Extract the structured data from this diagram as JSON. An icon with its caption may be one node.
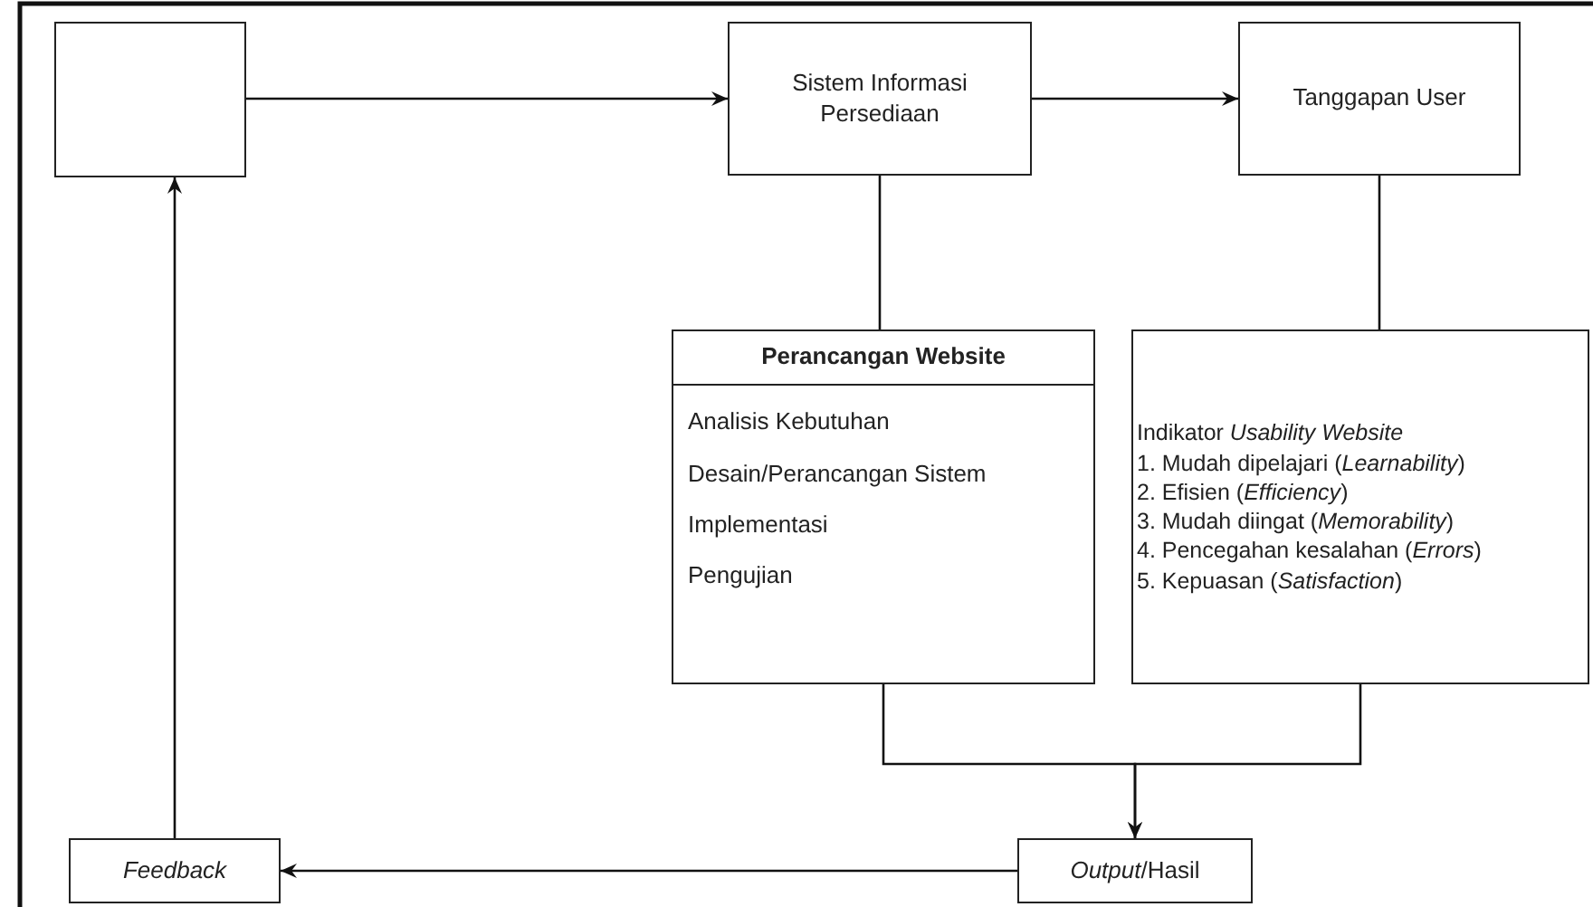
{
  "diagram": {
    "nodes": [
      {
        "text": [],
        "shape": "box"
      },
      {
        "text": [
          "Sistem Informasi Persediaan"
        ]
      },
      {
        "text": [
          "Tanggapan User"
        ]
      },
      {
        "text": [
          "Perancangan Website",
          "Analisis Kebutuhan",
          "Desain/Perancangan Sistem",
          "Implementasi",
          "Pengujian"
        ]
      },
      {
        "text": [
          "Indikator *Usability Website*",
          "1. Mudah dipelajari (*Learnability*)",
          "2. Efisien (*Efficiency*)",
          "3. Mudah diingat (*Memorability*)",
          "4. Pencegahan kesalahan (*Errors*)",
          "5. Kepuasan (*Satisfaction*)"
        ]
      },
      {
        "text": [
          "*Output*/Hasil"
        ]
      },
      {
        "text": [
          "Feedback"
        ]
      }
    ],
    "edges": [
      {
        "from": 0,
        "to": 1,
        "arrow": "to"
      },
      {
        "from": 1,
        "to": 2,
        "arrow": "to"
      },
      {
        "from": 1,
        "to": 3,
        "arrow": "none"
      },
      {
        "from": 2,
        "to": 4,
        "arrow": "none"
      },
      {
        "from": 3,
        "to": 5,
        "arrow": "to"
      },
      {
        "from": 4,
        "to": 5,
        "arrow": "to"
      },
      {
        "from": 5,
        "to": 6,
        "arrow": "to"
      },
      {
        "from": 6,
        "to": 0,
        "arrow": "to"
      }
    ]
  }
}
